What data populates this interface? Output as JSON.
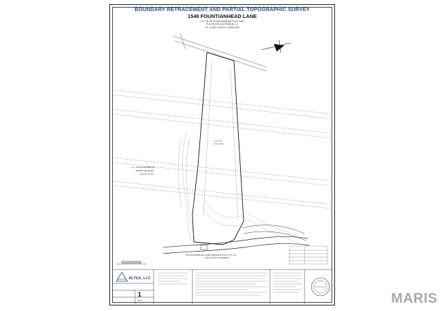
{
  "sheet": {
    "title": "BOUNDARY RETRACEMENT AND PARTIAL TOPOGRAPHIC SURVEY",
    "subtitle": "1548 FOUNTIANHEAD LANE",
    "lot_lines": [
      "LOT 1B OF FOUNTAINHEAD PLAT TWO",
      "PLAT BOOK 101 PAGE(S) 1-2",
      "ST. LOUIS COUNTY, MISSOURI"
    ]
  },
  "labels": {
    "street_main": "FOUNTAINHEAD LANE (PRIVATE R.O.W. 50' W.)",
    "street_sub": "(AKA UTILITY EASEMENT)",
    "street_left_1": "C.L. FOUNTAINHEAD",
    "street_left_2": "DRIVE (PRIVATE",
    "street_left_3": "R.O.W. 50' W.)",
    "lot_number": "LOT 1B",
    "lot_area": "(1.40 Acres)"
  },
  "title_block": {
    "company": "ALTEA, LLC",
    "sheet_number": "1",
    "sheet_of": "OF 1"
  },
  "watermark": "MARIS",
  "colors": {
    "title": "#2d4f9a",
    "line": "#222222",
    "easement": "#888888",
    "watermark": "#a9aaa8"
  }
}
